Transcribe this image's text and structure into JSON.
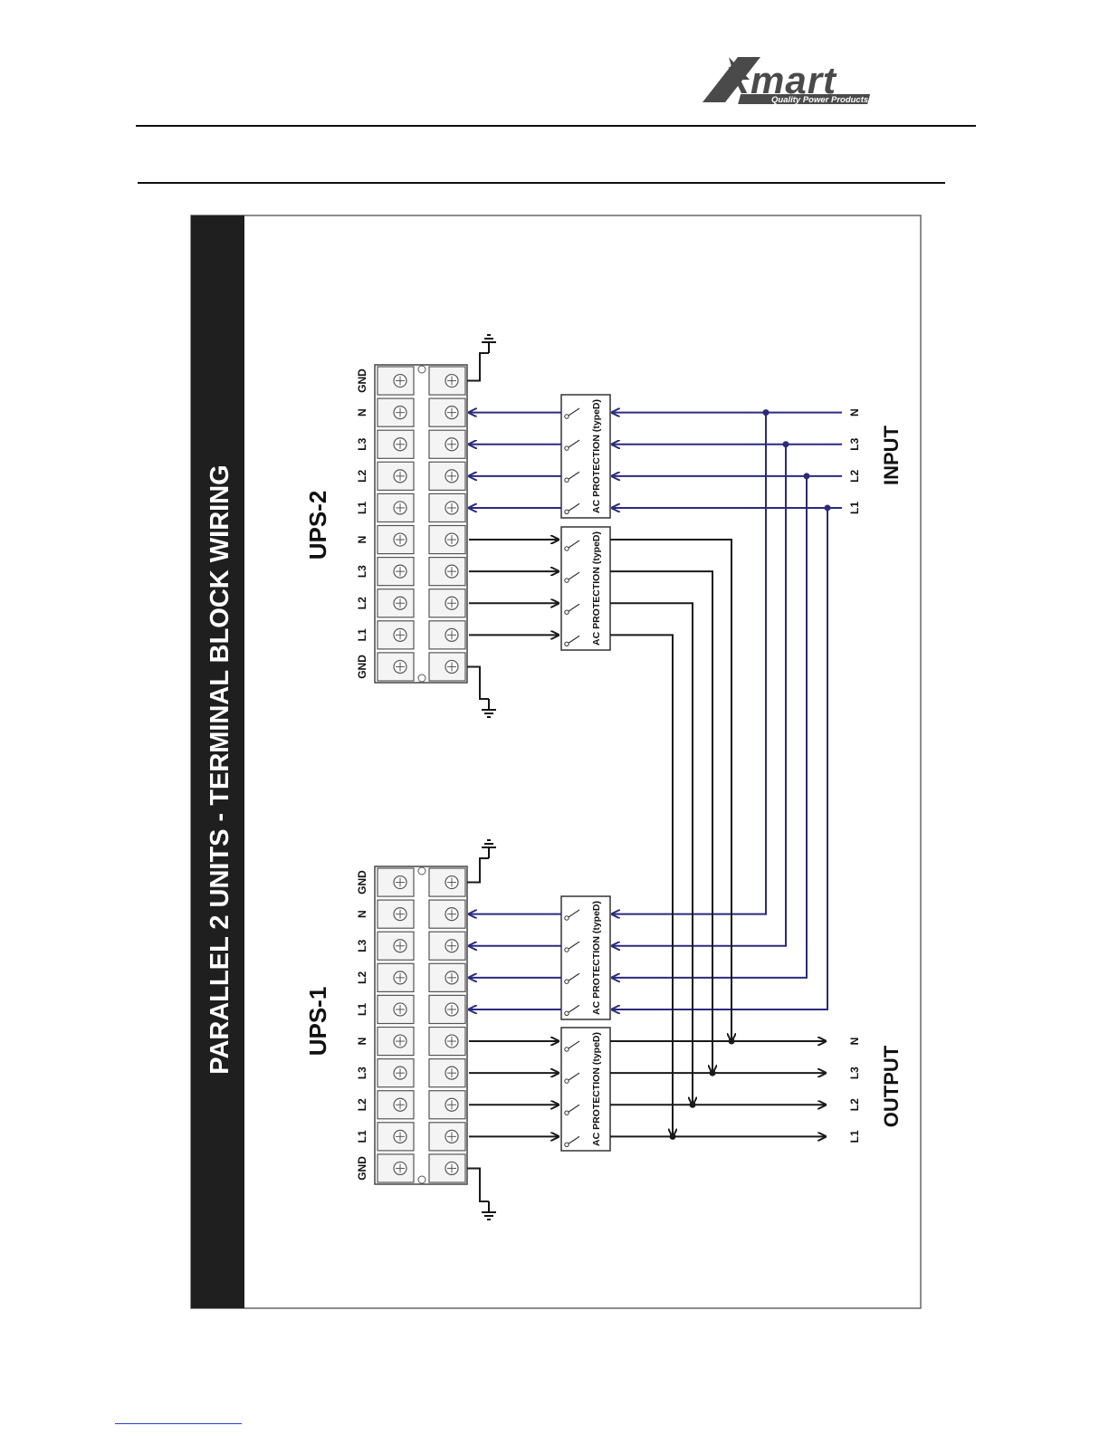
{
  "logo": {
    "wordmark": "Xmart",
    "tagline": "Quality Power Products"
  },
  "diagram": {
    "title": "PARALLEL 2 UNITS - TERMINAL BLOCK WIRING",
    "units": [
      {
        "name": "UPS-1",
        "terminals": [
          "GND",
          "L1",
          "L2",
          "L3",
          "N",
          "L1",
          "L2",
          "L3",
          "N",
          "GND"
        ]
      },
      {
        "name": "UPS-2",
        "terminals": [
          "GND",
          "L1",
          "L2",
          "L3",
          "N",
          "L1",
          "L2",
          "L3",
          "N",
          "GND"
        ]
      }
    ],
    "breaker_label": "AC PROTECTION (typeD)",
    "input": {
      "label": "INPUT",
      "lines": [
        "N",
        "L3",
        "L2",
        "L1"
      ]
    },
    "output": {
      "label": "OUTPUT",
      "lines": [
        "N",
        "L3",
        "L2",
        "L1"
      ]
    }
  },
  "colors": {
    "input_wire": "#2b2a7e",
    "output_wire": "#1a1a1a",
    "title_bar": "#1f1f1f",
    "logo_gray": "#4a4a4a"
  }
}
